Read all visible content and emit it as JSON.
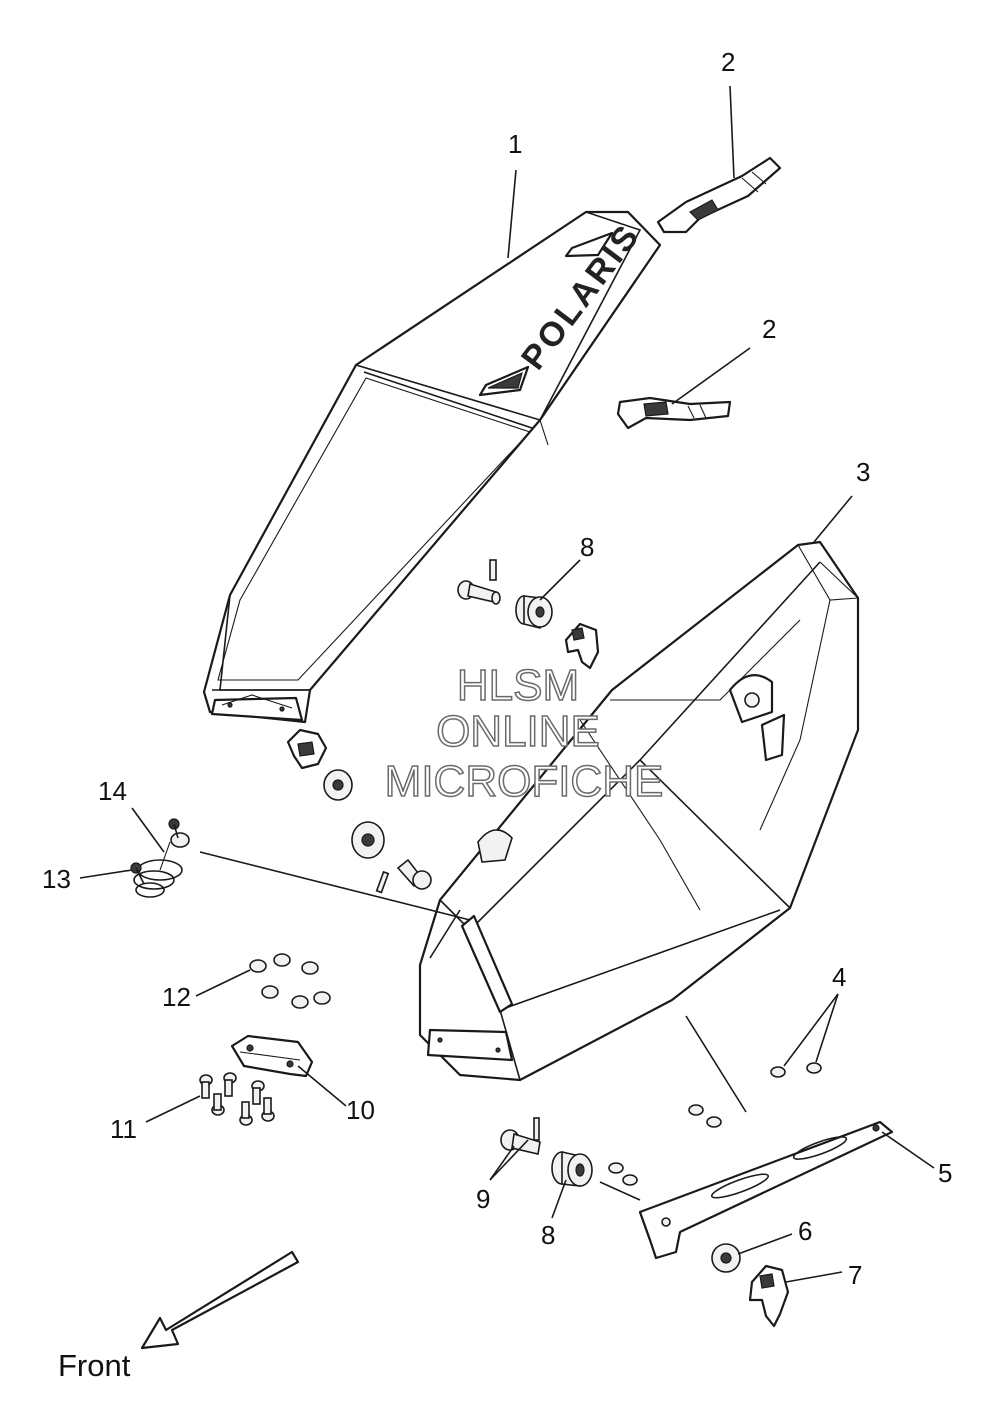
{
  "brand_logo": "POLARIS",
  "watermark": {
    "line1": "HLSM",
    "line2": "ONLINE",
    "line3": "MICROFICHE"
  },
  "direction_label": "Front",
  "callouts": [
    "1",
    "2",
    "2",
    "3",
    "4",
    "5",
    "6",
    "7",
    "8",
    "8",
    "9",
    "10",
    "11",
    "12",
    "13",
    "14"
  ]
}
